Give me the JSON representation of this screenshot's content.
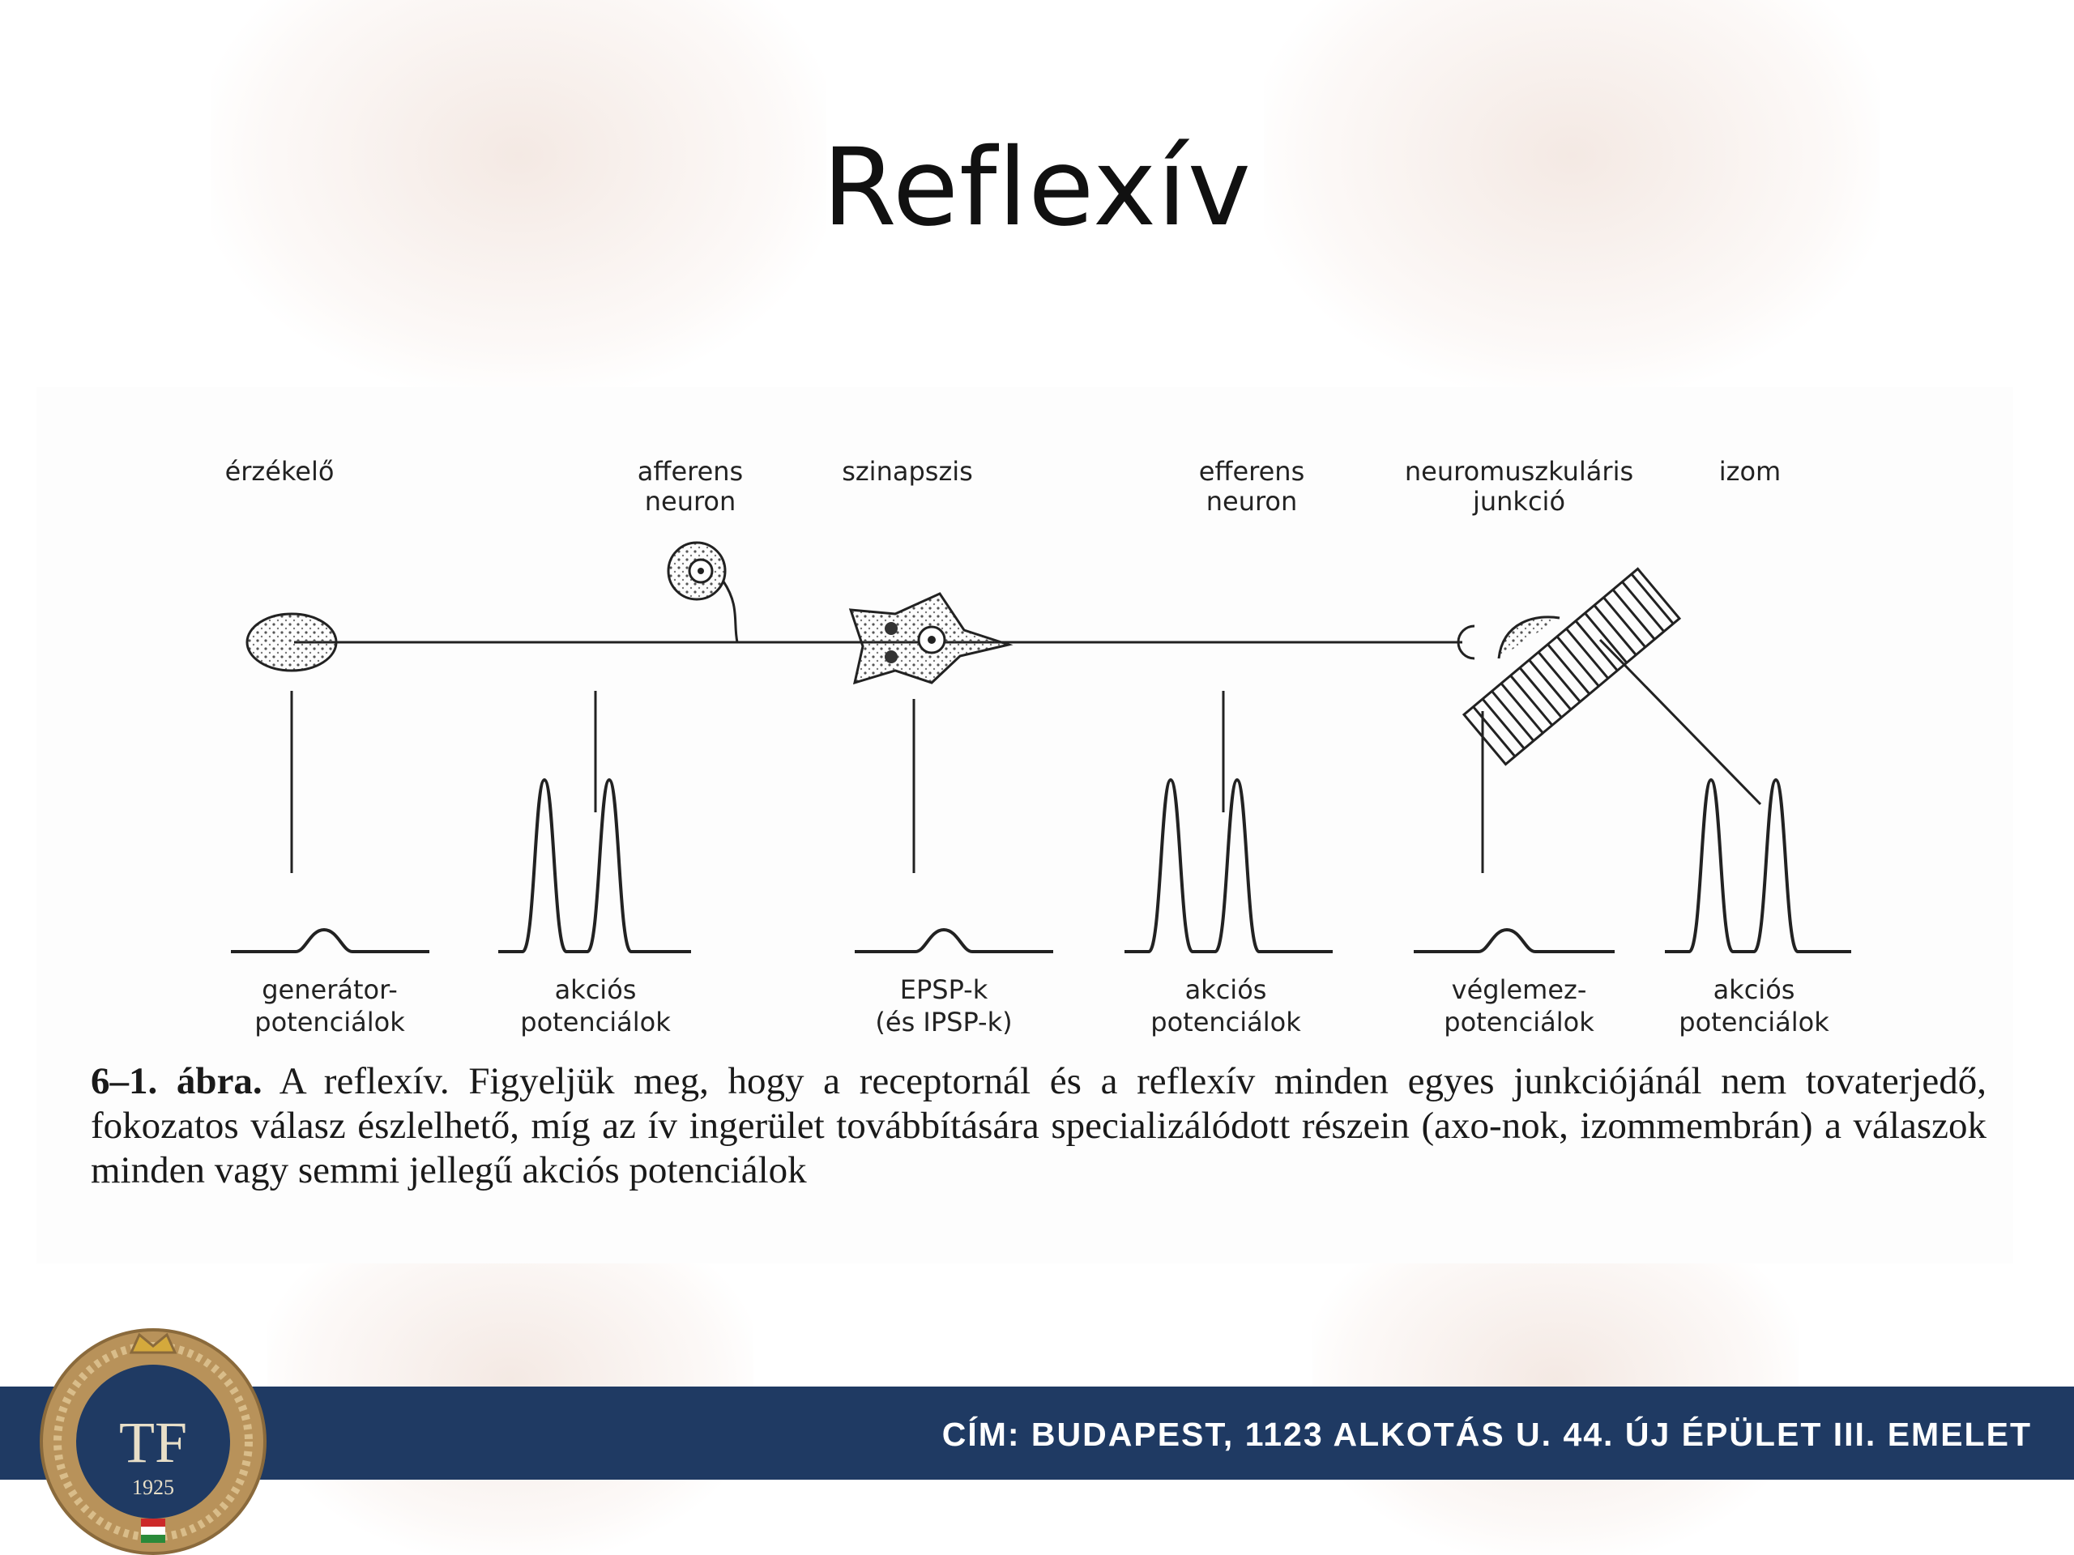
{
  "slide": {
    "title": "Reflexív"
  },
  "diagram": {
    "top_labels": [
      {
        "id": "erzekelo",
        "lines": [
          "érzékelő"
        ]
      },
      {
        "id": "afferens",
        "lines": [
          "afferens",
          "neuron"
        ]
      },
      {
        "id": "szinapszis",
        "lines": [
          "szinapszis"
        ]
      },
      {
        "id": "efferens",
        "lines": [
          "efferens",
          "neuron"
        ]
      },
      {
        "id": "neuromuszkularis",
        "lines": [
          "neuromuszkuláris",
          "junkció"
        ]
      },
      {
        "id": "izom",
        "lines": [
          "izom"
        ]
      }
    ],
    "bottom_labels": [
      {
        "id": "generator",
        "lines": [
          "generátor-",
          "potenciálok"
        ]
      },
      {
        "id": "akcios1",
        "lines": [
          "akciós",
          "potenciálok"
        ]
      },
      {
        "id": "epsp",
        "lines": [
          "EPSP-k",
          "(és IPSP-k)"
        ]
      },
      {
        "id": "akcios2",
        "lines": [
          "akciós",
          "potenciálok"
        ]
      },
      {
        "id": "veglemez",
        "lines": [
          "véglemez-",
          "potenciálok"
        ]
      },
      {
        "id": "akcios3",
        "lines": [
          "akciós",
          "potenciálok"
        ]
      }
    ],
    "caption": {
      "label": "6–1. ábra.",
      "text": "A reflexív. Figyeljük meg, hogy a receptornál és a reflexív minden egyes junkciójánál nem tovaterjedő, fokozatos válasz észlelhető, míg az ív ingerület továbbítására specializálódott részein (axo-nok, izommembrán) a válaszok minden vagy semmi jellegű akciós potenciálok"
    }
  },
  "footer": {
    "address": "CÍM: BUDAPEST, 1123 ALKOTÁS U. 44. ÚJ ÉPÜLET III. EMELET",
    "logo_text": "TF",
    "logo_year": "1925"
  },
  "colors": {
    "footer_bar": "#1f3a63",
    "logo_gold": "#b8925a",
    "logo_blue": "#1f3a63"
  }
}
